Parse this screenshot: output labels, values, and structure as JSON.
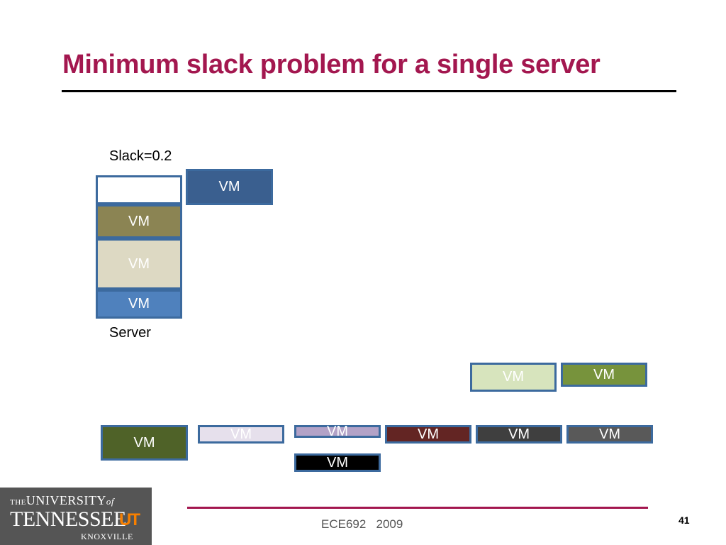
{
  "title": "Minimum slack problem for a single server",
  "slack_label": "Slack=0.2",
  "server_label": "Server",
  "vm_label": "VM",
  "footer": {
    "course": "ECE692   2009",
    "page": "41"
  },
  "logo": {
    "the": "THE",
    "university": "UNIVERSITY",
    "of": "of",
    "tennessee": "TENNESSEE",
    "ut": "UT",
    "knoxville": "KNOXVILLE"
  },
  "vms": [
    {
      "id": "incoming-top",
      "fill": "#3a5f8f"
    },
    {
      "id": "server-vm-1",
      "fill": "#8b8453"
    },
    {
      "id": "server-vm-2",
      "fill": "#ddd9c3"
    },
    {
      "id": "server-vm-3",
      "fill": "#4f81bd"
    },
    {
      "id": "queue-pale-green",
      "fill": "#d7e4bd"
    },
    {
      "id": "queue-olive",
      "fill": "#77933c"
    },
    {
      "id": "queue-dark-olive",
      "fill": "#4f6228"
    },
    {
      "id": "queue-lavender",
      "fill": "#e6e0ec"
    },
    {
      "id": "queue-purple",
      "fill": "#b3a2c7"
    },
    {
      "id": "queue-black",
      "fill": "#000000"
    },
    {
      "id": "queue-maroon",
      "fill": "#632523"
    },
    {
      "id": "queue-charcoal",
      "fill": "#3f3f3f"
    },
    {
      "id": "queue-gray",
      "fill": "#595959"
    }
  ]
}
